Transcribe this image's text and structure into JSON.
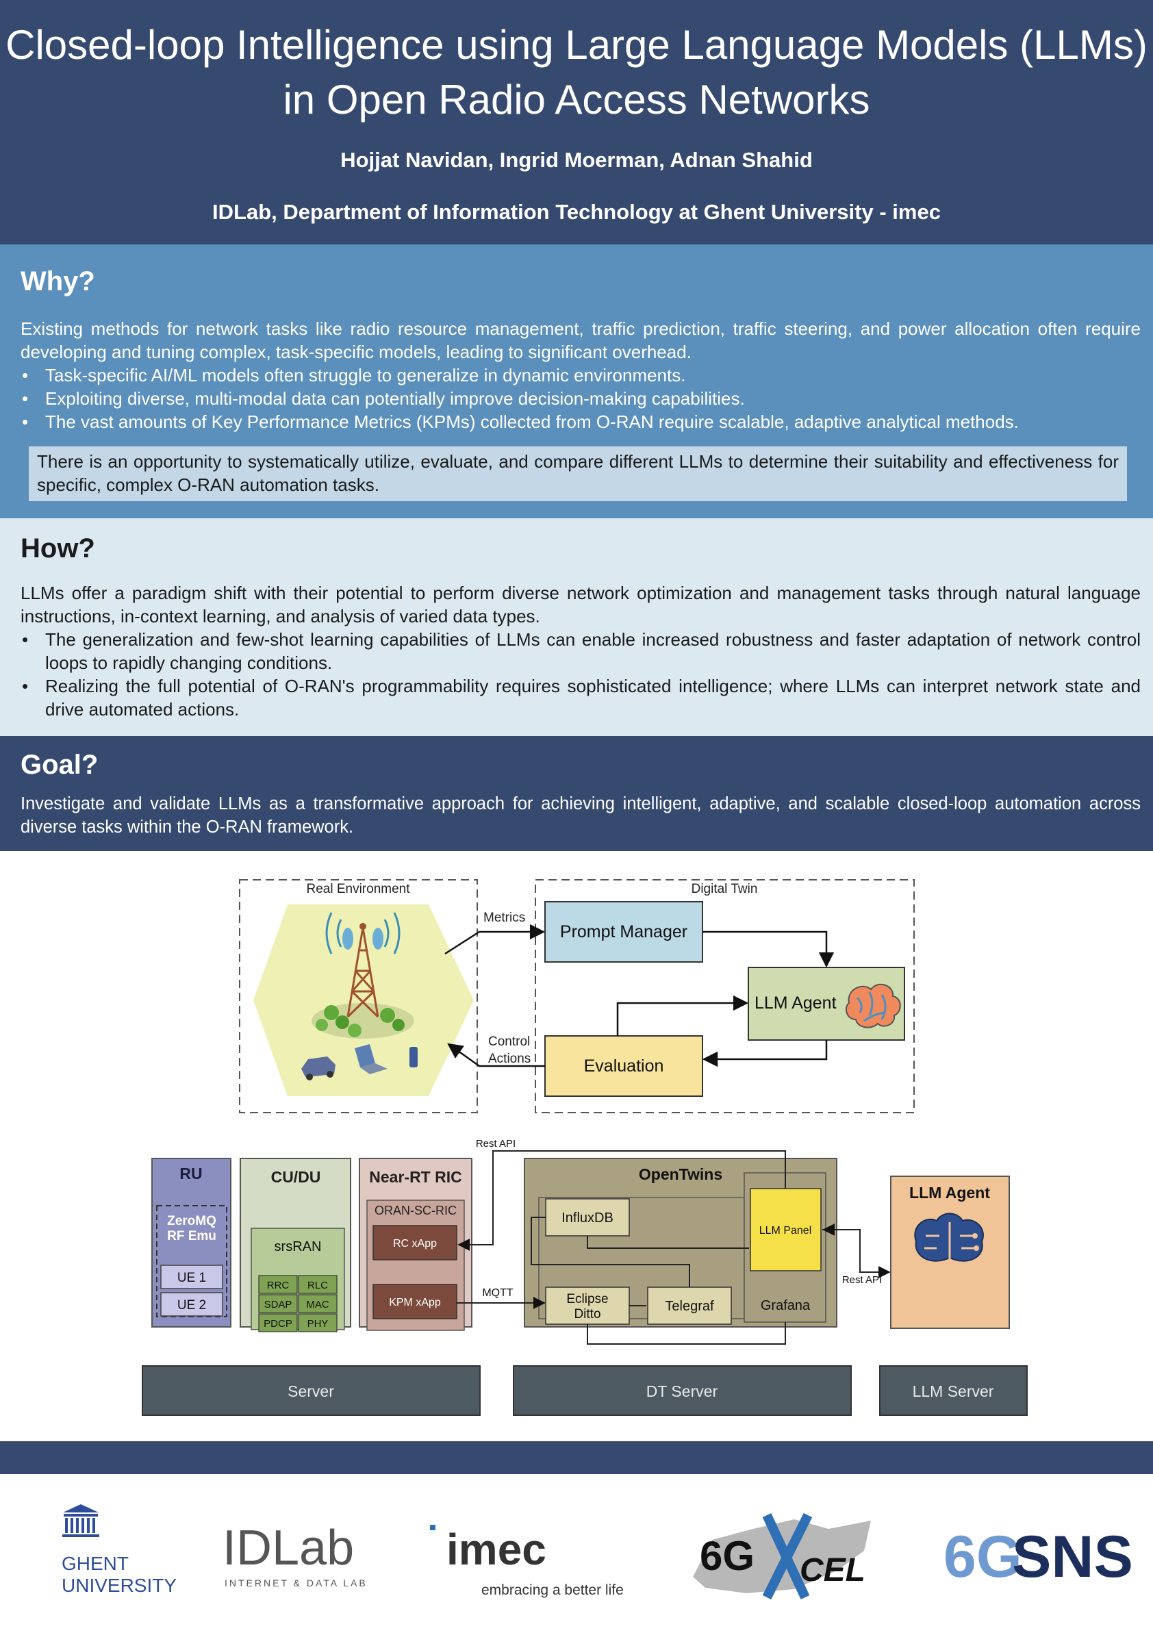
{
  "header": {
    "title_line1": "Closed-loop Intelligence using Large Language Models (LLMs)",
    "title_line2": "in Open Radio Access Networks",
    "authors": "Hojjat Navidan, Ingrid Moerman, Adnan Shahid",
    "affiliation": "IDLab, Department of Information Technology at Ghent University - imec"
  },
  "why": {
    "heading": "Why?",
    "intro": "Existing methods for network tasks like radio resource management, traffic prediction, traffic steering, and power allocation often require developing and tuning complex, task-specific models, leading to significant overhead.",
    "bullets": [
      "Task-specific AI/ML models often struggle to generalize in dynamic environments.",
      "Exploiting diverse, multi-modal data can potentially improve decision-making capabilities.",
      "The vast amounts of Key Performance Metrics (KPMs) collected from O-RAN require scalable, adaptive analytical methods."
    ],
    "callout": "There is an opportunity to systematically utilize, evaluate, and compare different LLMs to determine their suitability and effectiveness for specific, complex O-RAN automation tasks."
  },
  "how": {
    "heading": "How?",
    "intro": "LLMs offer a paradigm shift with their potential to perform diverse network optimization and management tasks through natural language instructions, in-context learning, and analysis of varied data types.",
    "bullets": [
      "The generalization and few-shot learning capabilities of LLMs can enable increased robustness and faster adaptation of network control loops to rapidly changing conditions.",
      "Realizing the full potential of O-RAN's programmability requires sophisticated intelligence; where LLMs can interpret network state and drive automated actions."
    ]
  },
  "goal": {
    "heading": "Goal?",
    "text": "Investigate and validate LLMs as a transformative approach for achieving intelligent, adaptive, and scalable closed-loop automation across diverse tasks within the O-RAN framework."
  },
  "loop_diagram": {
    "real_env_label": "Real Environment",
    "digital_twin_label": "Digital Twin",
    "metrics_label": "Metrics",
    "control_label_1": "Control",
    "control_label_2": "Actions",
    "prompt_manager": "Prompt Manager",
    "llm_agent": "LLM Agent",
    "evaluation": "Evaluation"
  },
  "arch_diagram": {
    "ru": "RU",
    "zeromq_1": "ZeroMQ",
    "zeromq_2": "RF Emu",
    "ue1": "UE 1",
    "ue2": "UE 2",
    "cudu": "CU/DU",
    "srsran": "srsRAN",
    "stack": [
      "RRC",
      "RLC",
      "SDAP",
      "MAC",
      "PDCP",
      "PHY"
    ],
    "ric": "Near-RT RIC",
    "oran_sc_ric": "ORAN-SC-RIC",
    "rc_xapp": "RC xApp",
    "kpm_xapp": "KPM xApp",
    "rest_api_top": "Rest API",
    "mqtt": "MQTT",
    "opentwins": "OpenTwins",
    "influxdb": "InfluxDB",
    "eclipse_1": "Eclipse",
    "eclipse_2": "Ditto",
    "telegraf": "Telegraf",
    "llm_panel": "LLM Panel",
    "grafana": "Grafana",
    "rest_api_right": "Rest API",
    "llm_agent": "LLM Agent",
    "server": "Server",
    "dt_server": "DT Server",
    "llm_server": "LLM Server"
  },
  "logos": {
    "ghent_1": "GHENT",
    "ghent_2": "UNIVERSITY",
    "idlab": "IDLab",
    "idlab_sub": "INTERNET & DATA LAB",
    "imec": "imec",
    "imec_sub": "embracing a better life",
    "sixg_1": "6G",
    "sixg_2": "CEL",
    "sns_1": "6G",
    "sns_2": "SNS"
  },
  "colors": {
    "header_bg": "#364a70",
    "why_bg": "#5b8fbc",
    "how_bg": "#dde9f1",
    "prompt_manager": "#bcd9e6",
    "llm_agent": "#cfdcb0",
    "evaluation": "#f8e49c",
    "llm_panel": "#f6e04a",
    "server": "#4e5a61"
  }
}
